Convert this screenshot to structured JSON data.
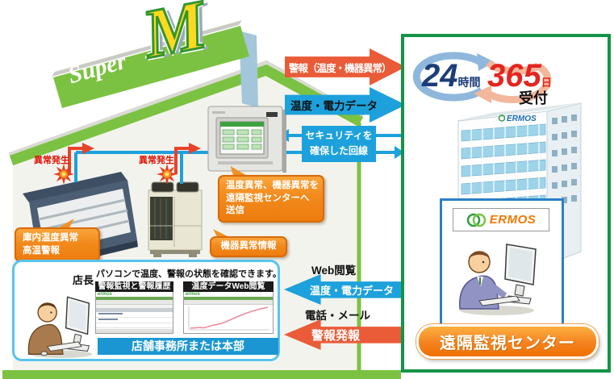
{
  "sign": {
    "super": "Super",
    "m": "M"
  },
  "alerts": {
    "label1": "異常発生",
    "label2": "異常発生"
  },
  "bubbles": {
    "case_line1": "庫内温度異常",
    "case_line2": "高温警報",
    "equipment": "機器異常情報",
    "controller_line1": "温度異常、機器異常を",
    "controller_line2": "遠隔監視センターへ",
    "controller_line3": "送信"
  },
  "flows": {
    "alarm_right": "警報（温度・機器異常）",
    "data_right": "温度・電力データ",
    "secure_line1": "セキュリティを",
    "secure_line2": "確保した回線",
    "web_view": "Web閲覧",
    "data_left": "温度・電力データ",
    "phone_mail": "電話・メール",
    "alarm_left": "警報発報"
  },
  "office": {
    "manager": "店長",
    "note": "パソコンで温度、警報の状態を確認できます。",
    "panel1_title": "警報監視と警報履歴",
    "panel2_title": "温度データWeb閲覧",
    "mini_logo": "ermos",
    "location": "店舗事務所または本部"
  },
  "center": {
    "h24": "24",
    "h24_unit": "時間",
    "d365": "365",
    "d365_unit": "日",
    "reception": "受付",
    "building_logo": "ERMOS",
    "card_logo": "ERMOS",
    "label": "遠隔監視センター"
  },
  "colors": {
    "green": "#7cc242",
    "panel_border_green": "#149447",
    "blue": "#1da1dc",
    "alarm_red": "#ea5b38",
    "bubble_orange": "#f4861e",
    "alert_text_red": "#e01000",
    "navy": "#1c3d78",
    "red": "#e52520",
    "pill_orange": "#f58220"
  }
}
